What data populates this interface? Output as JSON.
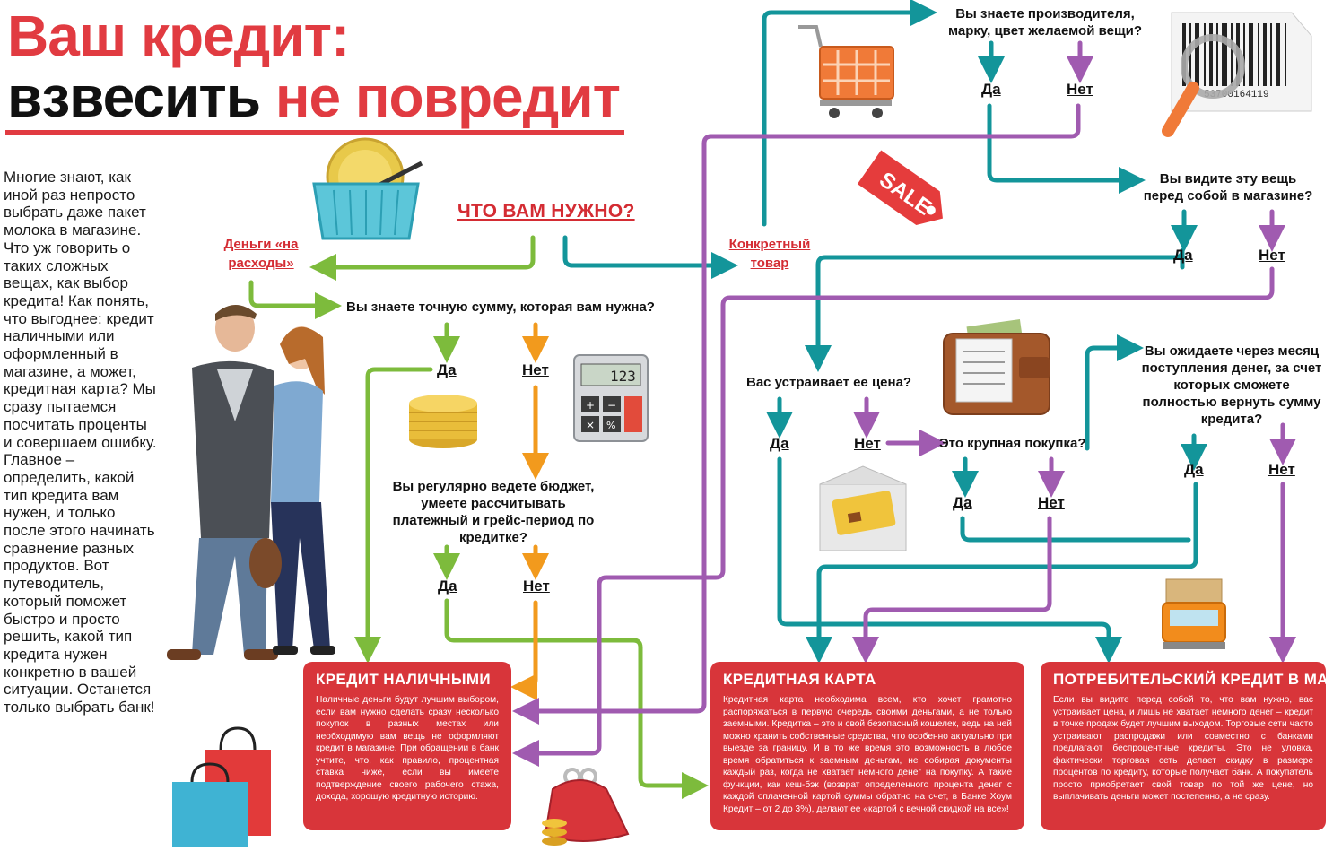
{
  "title": {
    "line1": "Ваш кредит:",
    "line2_black": "взвесить",
    "line2_red": "не повредит"
  },
  "intro_text": "Многие знают, как иной раз непросто выбрать даже пакет молока в магазине. Что уж говорить о таких сложных вещах, как выбор кредита! Как понять, что выгоднее: кредит наличными или оформленный в магазине, а может, кредитная карта? Мы сразу пытаемся посчитать проценты и совершаем ошибку. Главное – определить, какой тип кредита вам нужен, и только после этого начинать сравнение разных продуктов. Вот путеводитель, который поможет быстро и просто решить, какой тип кредита нужен конкретно в вашей ситуации. Останется только выбрать банк!",
  "flow": {
    "start": "ЧТО ВАМ НУЖНО?",
    "money": "Деньги «на расходы»",
    "product": "Конкретный товар",
    "q_exact_sum": "Вы знаете точную сумму, которая вам нужна?",
    "q_budget": "Вы регулярно ведете бюджет, умеете рассчитывать платежный и грейс-период по кредитке?",
    "q_brand": "Вы знаете производителя, марку, цвет желаемой вещи?",
    "q_see_item": "Вы видите эту вещь перед собой в магазине?",
    "q_price": "Вас устраивает ее цена?",
    "q_big_purchase": "Это крупная покупка?",
    "q_income": "Вы ожидаете через месяц поступления денег, за счет которых сможете полностью вернуть сумму кредита?",
    "yes": "Да",
    "no": "Нет"
  },
  "results": {
    "cash": {
      "title": "КРЕДИТ НАЛИЧНЫМИ",
      "text": "Наличные деньги будут лучшим выбором, если вам нужно сделать сразу несколько покупок в разных местах или необходимую вам вещь не оформляют кредит в магазине. При обращении в банк учтите, что, как правило, процентная ставка ниже, если вы имеете подтверждение своего рабочего стажа, дохода, хорошую кредитную историю."
    },
    "card": {
      "title": "КРЕДИТНАЯ КАРТА",
      "text": "Кредитная карта необходима всем, кто хочет грамотно распоряжаться в первую очередь своими деньгами, а не только заемными. Кредитка – это и свой безопасный кошелек, ведь на ней можно хранить собственные средства, что особенно актуально при выезде за границу. И в то же время это возможность в любое время обратиться к заемным деньгам, не собирая документы каждый раз, когда не хватает немного денег на покупку. А такие функции, как кеш-бэк (возврат определенного процента денег с каждой оплаченной картой суммы обратно на счет, в Банке Хоум Кредит – от 2 до 3%), делают ее «картой с вечной скидкой на все»!"
    },
    "store": {
      "title": "ПОТРЕБИТЕЛЬСКИЙ КРЕДИТ В МАГАЗИНЕ",
      "text": "Если вы видите перед собой то, что вам нужно, вас устраивает цена, и лишь не хватает немного денег – кредит в точке продаж будет лучшим выходом. Торговые сети часто устраивают распродажи или совместно с банками предлагают беспроцентные кредиты. Это не уловка, фактически торговая сеть делает скидку в размере процентов по кредиту, которые получает банк. А покупатель просто приобретает свой товар по той же цене, но выплачивать деньги может постепенно, а не сразу."
    }
  },
  "decor": {
    "barcode_number": "53700164119",
    "sale_tag": "SALE",
    "calculator_display": "123",
    "calculator_keys": [
      "+",
      "−",
      "×",
      "%"
    ]
  },
  "colors": {
    "red": "#d8353a",
    "green": "#7dbb3c",
    "orange": "#f29a1d",
    "teal": "#13959a",
    "purple": "#a05bb0"
  }
}
